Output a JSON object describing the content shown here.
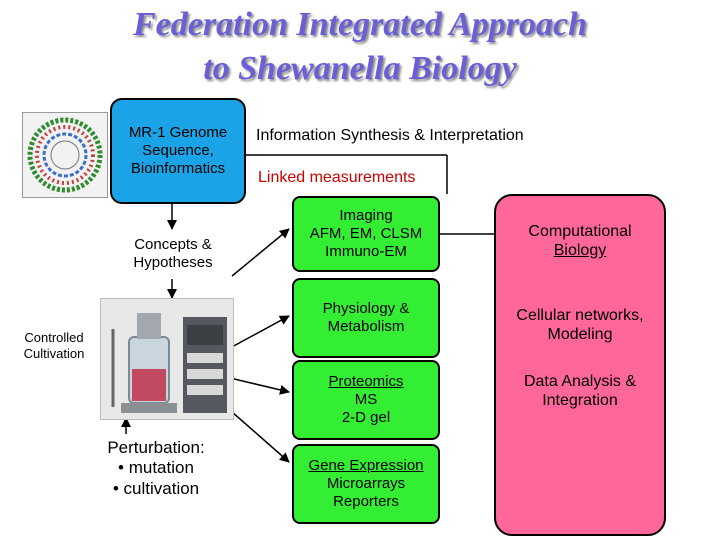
{
  "title": {
    "line1": "Federation Integrated Approach",
    "line2": "to Shewanella Biology"
  },
  "genome_box": {
    "lines": [
      "MR-1 Genome",
      "Sequence,",
      "Bioinformatics"
    ]
  },
  "info_synthesis": "Information Synthesis & Interpretation",
  "linked_measurements": "Linked measurements",
  "concepts": [
    "Concepts &",
    "Hypotheses"
  ],
  "controlled_cultivation": [
    "Controlled",
    "Cultivation"
  ],
  "perturbation": [
    "Perturbation:",
    "• mutation",
    "• cultivation"
  ],
  "measurements": [
    {
      "lines": [
        "Imaging",
        "AFM, EM, CLSM",
        "Immuno-EM"
      ]
    },
    {
      "lines": [
        "Physiology &",
        "Metabolism"
      ]
    },
    {
      "lines": [
        "Proteomics",
        "MS",
        "2-D gel"
      ]
    },
    {
      "lines": [
        "Gene Expression",
        "Microarrays",
        "Reporters"
      ]
    }
  ],
  "outcomes": [
    {
      "lines": [
        "Computational",
        "Biology"
      ]
    },
    {
      "lines": [
        "Cellular networks,",
        "Modeling"
      ]
    },
    {
      "lines": [
        "Data Analysis &",
        "Integration"
      ]
    }
  ],
  "colors": {
    "title": "#6a5fd6",
    "measurement_box": "#33ee33",
    "genome_box": "#1aa3e6",
    "outcome_panel": "#ff6699",
    "linked_measurements_text": "#cc0000"
  },
  "icons": [
    "genome-map-image",
    "bioreactor-photo"
  ]
}
